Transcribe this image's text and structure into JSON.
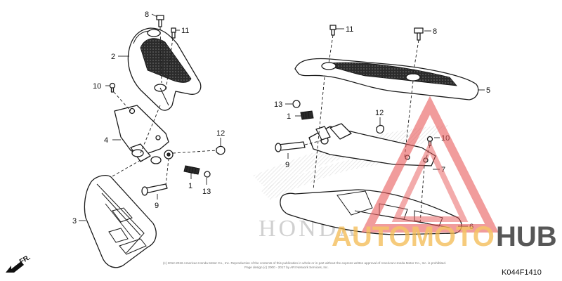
{
  "labels": {
    "l1a": "1",
    "l1b": "1",
    "l2": "2",
    "l3": "3",
    "l4": "4",
    "l5": "5",
    "l6": "6",
    "l7": "7",
    "l8a": "8",
    "l8b": "8",
    "l9a": "9",
    "l9b": "9",
    "l10a": "10",
    "l10b": "10",
    "l11a": "11",
    "l11b": "11",
    "l12a": "12",
    "l12b": "12",
    "l13a": "13",
    "l13b": "13"
  },
  "direction": "FR.",
  "watermark": {
    "main": "AUTOMOTO",
    "suffix": "HUB",
    "main_color": "#f2b84a",
    "suffix_color": "#3a3a3a",
    "logo_color": "#e85a5a"
  },
  "background_brand": "HONDA",
  "copyright_line1": "(c) 2012-2016 American Honda Motor Co., Inc. Reproduction of the contents of this publication in whole or in part without the express written approval of American Honda Motor Co., Inc. is prohibited.",
  "copyright_line2": "Page design (c) 2000 - 2017 by ARI Network Services, Inc.",
  "diagram_code": "K044F1410"
}
